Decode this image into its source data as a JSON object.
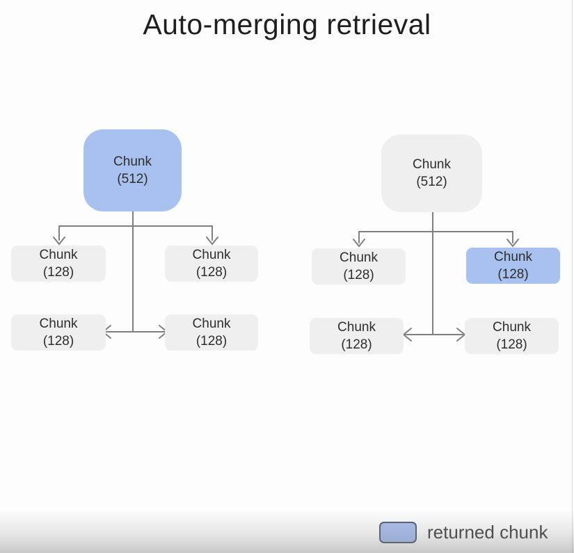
{
  "title": "Auto-merging retrieval",
  "colors": {
    "returned_chunk_fill": "#a9c1ef",
    "chunk_fill": "#efefef",
    "connector_gray": "#7f7f7f",
    "legend_swatch_border": "#566070",
    "title_text": "#1f1f1f",
    "node_text": "#2d2d2d"
  },
  "trees": {
    "left": {
      "root": {
        "label": "Chunk",
        "size": "(512)",
        "returned": true
      },
      "children": [
        {
          "label": "Chunk",
          "size": "(128)",
          "returned": false
        },
        {
          "label": "Chunk",
          "size": "(128)",
          "returned": false
        },
        {
          "label": "Chunk",
          "size": "(128)",
          "returned": false
        },
        {
          "label": "Chunk",
          "size": "(128)",
          "returned": false
        }
      ]
    },
    "right": {
      "root": {
        "label": "Chunk",
        "size": "(512)",
        "returned": false
      },
      "children": [
        {
          "label": "Chunk",
          "size": "(128)",
          "returned": false
        },
        {
          "label": "Chunk",
          "size": "(128)",
          "returned": true
        },
        {
          "label": "Chunk",
          "size": "(128)",
          "returned": false
        },
        {
          "label": "Chunk",
          "size": "(128)",
          "returned": false
        }
      ]
    }
  },
  "legend": {
    "label": "returned chunk"
  }
}
